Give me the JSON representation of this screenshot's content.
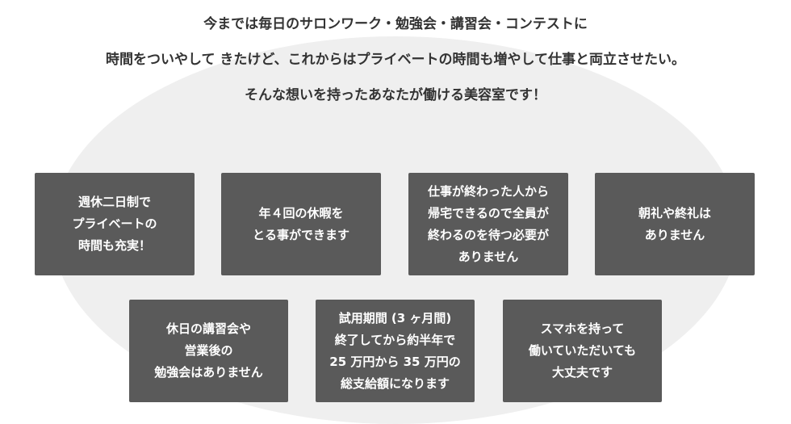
{
  "intro": {
    "line1": "今までは毎日のサロンワーク・勉強会・講習会・コンテストに",
    "line2": "時間をついやして きたけど、これからはプライベートの時間も増やして仕事と両立させたい。",
    "line3": "そんな想いを持ったあなたが働ける美容室です！"
  },
  "cards": [
    {
      "lines": [
        "週休二日制で",
        "プライベートの",
        "時間も充実！"
      ]
    },
    {
      "lines": [
        "年４回の休暇を",
        "とる事ができます"
      ]
    },
    {
      "lines": [
        "仕事が終わった人から",
        "帰宅できるので全員が",
        "終わるのを待つ必要が",
        "ありません"
      ]
    },
    {
      "lines": [
        "朝礼や終礼は",
        "ありません"
      ]
    },
    {
      "lines": [
        "休日の講習会や",
        "営業後の",
        "勉強会はありません"
      ]
    },
    {
      "lines": [
        "試用期間 (3 ヶ月間)",
        "終了してから約半年で",
        "25 万円から 35 万円の",
        "総支給額になります"
      ]
    },
    {
      "lines": [
        "スマホを持って",
        "働いていただいても",
        "大丈夫です"
      ]
    }
  ],
  "colors": {
    "card_bg": "#5a5a5a",
    "card_text": "#ffffff",
    "heading_text": "#333333",
    "ellipse_bg": "#efefef"
  }
}
